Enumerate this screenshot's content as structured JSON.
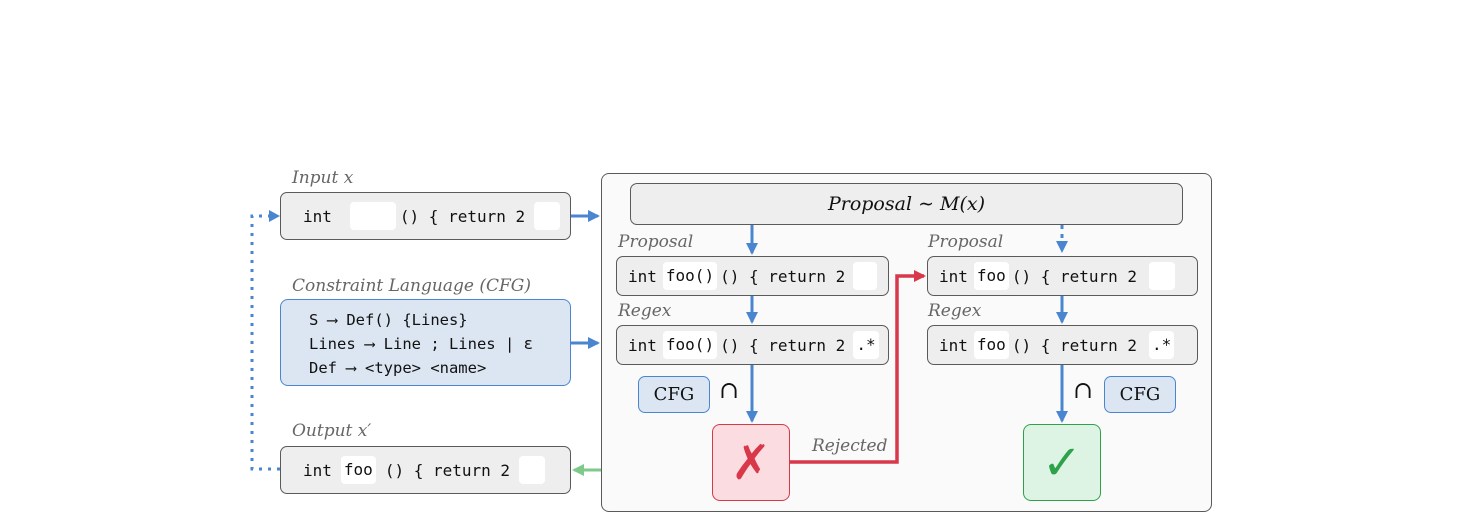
{
  "labels": {
    "input": "Input x",
    "constraint": "Constraint Language (CFG)",
    "output": "Output x′",
    "proposal_left": "Proposal",
    "regex_left": "Regex",
    "proposal_right": "Proposal",
    "regex_right": "Regex",
    "rejected": "Rejected"
  },
  "proposal_header": "Proposal ∼ M(x)",
  "input_box": {
    "kw": "int",
    "mid": "() { return 2"
  },
  "cfg_rules": [
    "S ⟶ Def() {Lines}",
    "Lines ⟶ Line ; Lines | ε",
    "Def ⟶ <type> <name>"
  ],
  "output_box": {
    "kw": "int",
    "name": "foo",
    "mid": "() { return 2"
  },
  "left_proposal": {
    "kw": "int",
    "name": "foo()",
    "mid": "() { return 2"
  },
  "left_regex": {
    "kw": "int",
    "name": "foo()",
    "mid": "() { return 2",
    "tail": ".*"
  },
  "right_proposal": {
    "kw": "int",
    "name": "foo",
    "mid": "() { return 2"
  },
  "right_regex": {
    "kw": "int",
    "name": "foo",
    "mid": "() { return 2",
    "tail": ".*"
  },
  "cfg_tag": "CFG",
  "intersect_symbol": "∩",
  "reject_mark": "✗",
  "accept_mark": "✓",
  "colors": {
    "blue": "#4a86d0",
    "red": "#d8384a",
    "green": "#2ea24a",
    "dotted_blue": "#4a86d0",
    "green_arrow": "#7fc98a"
  },
  "icons": {
    "reject": "cross-mark-icon",
    "accept": "check-mark-icon"
  }
}
